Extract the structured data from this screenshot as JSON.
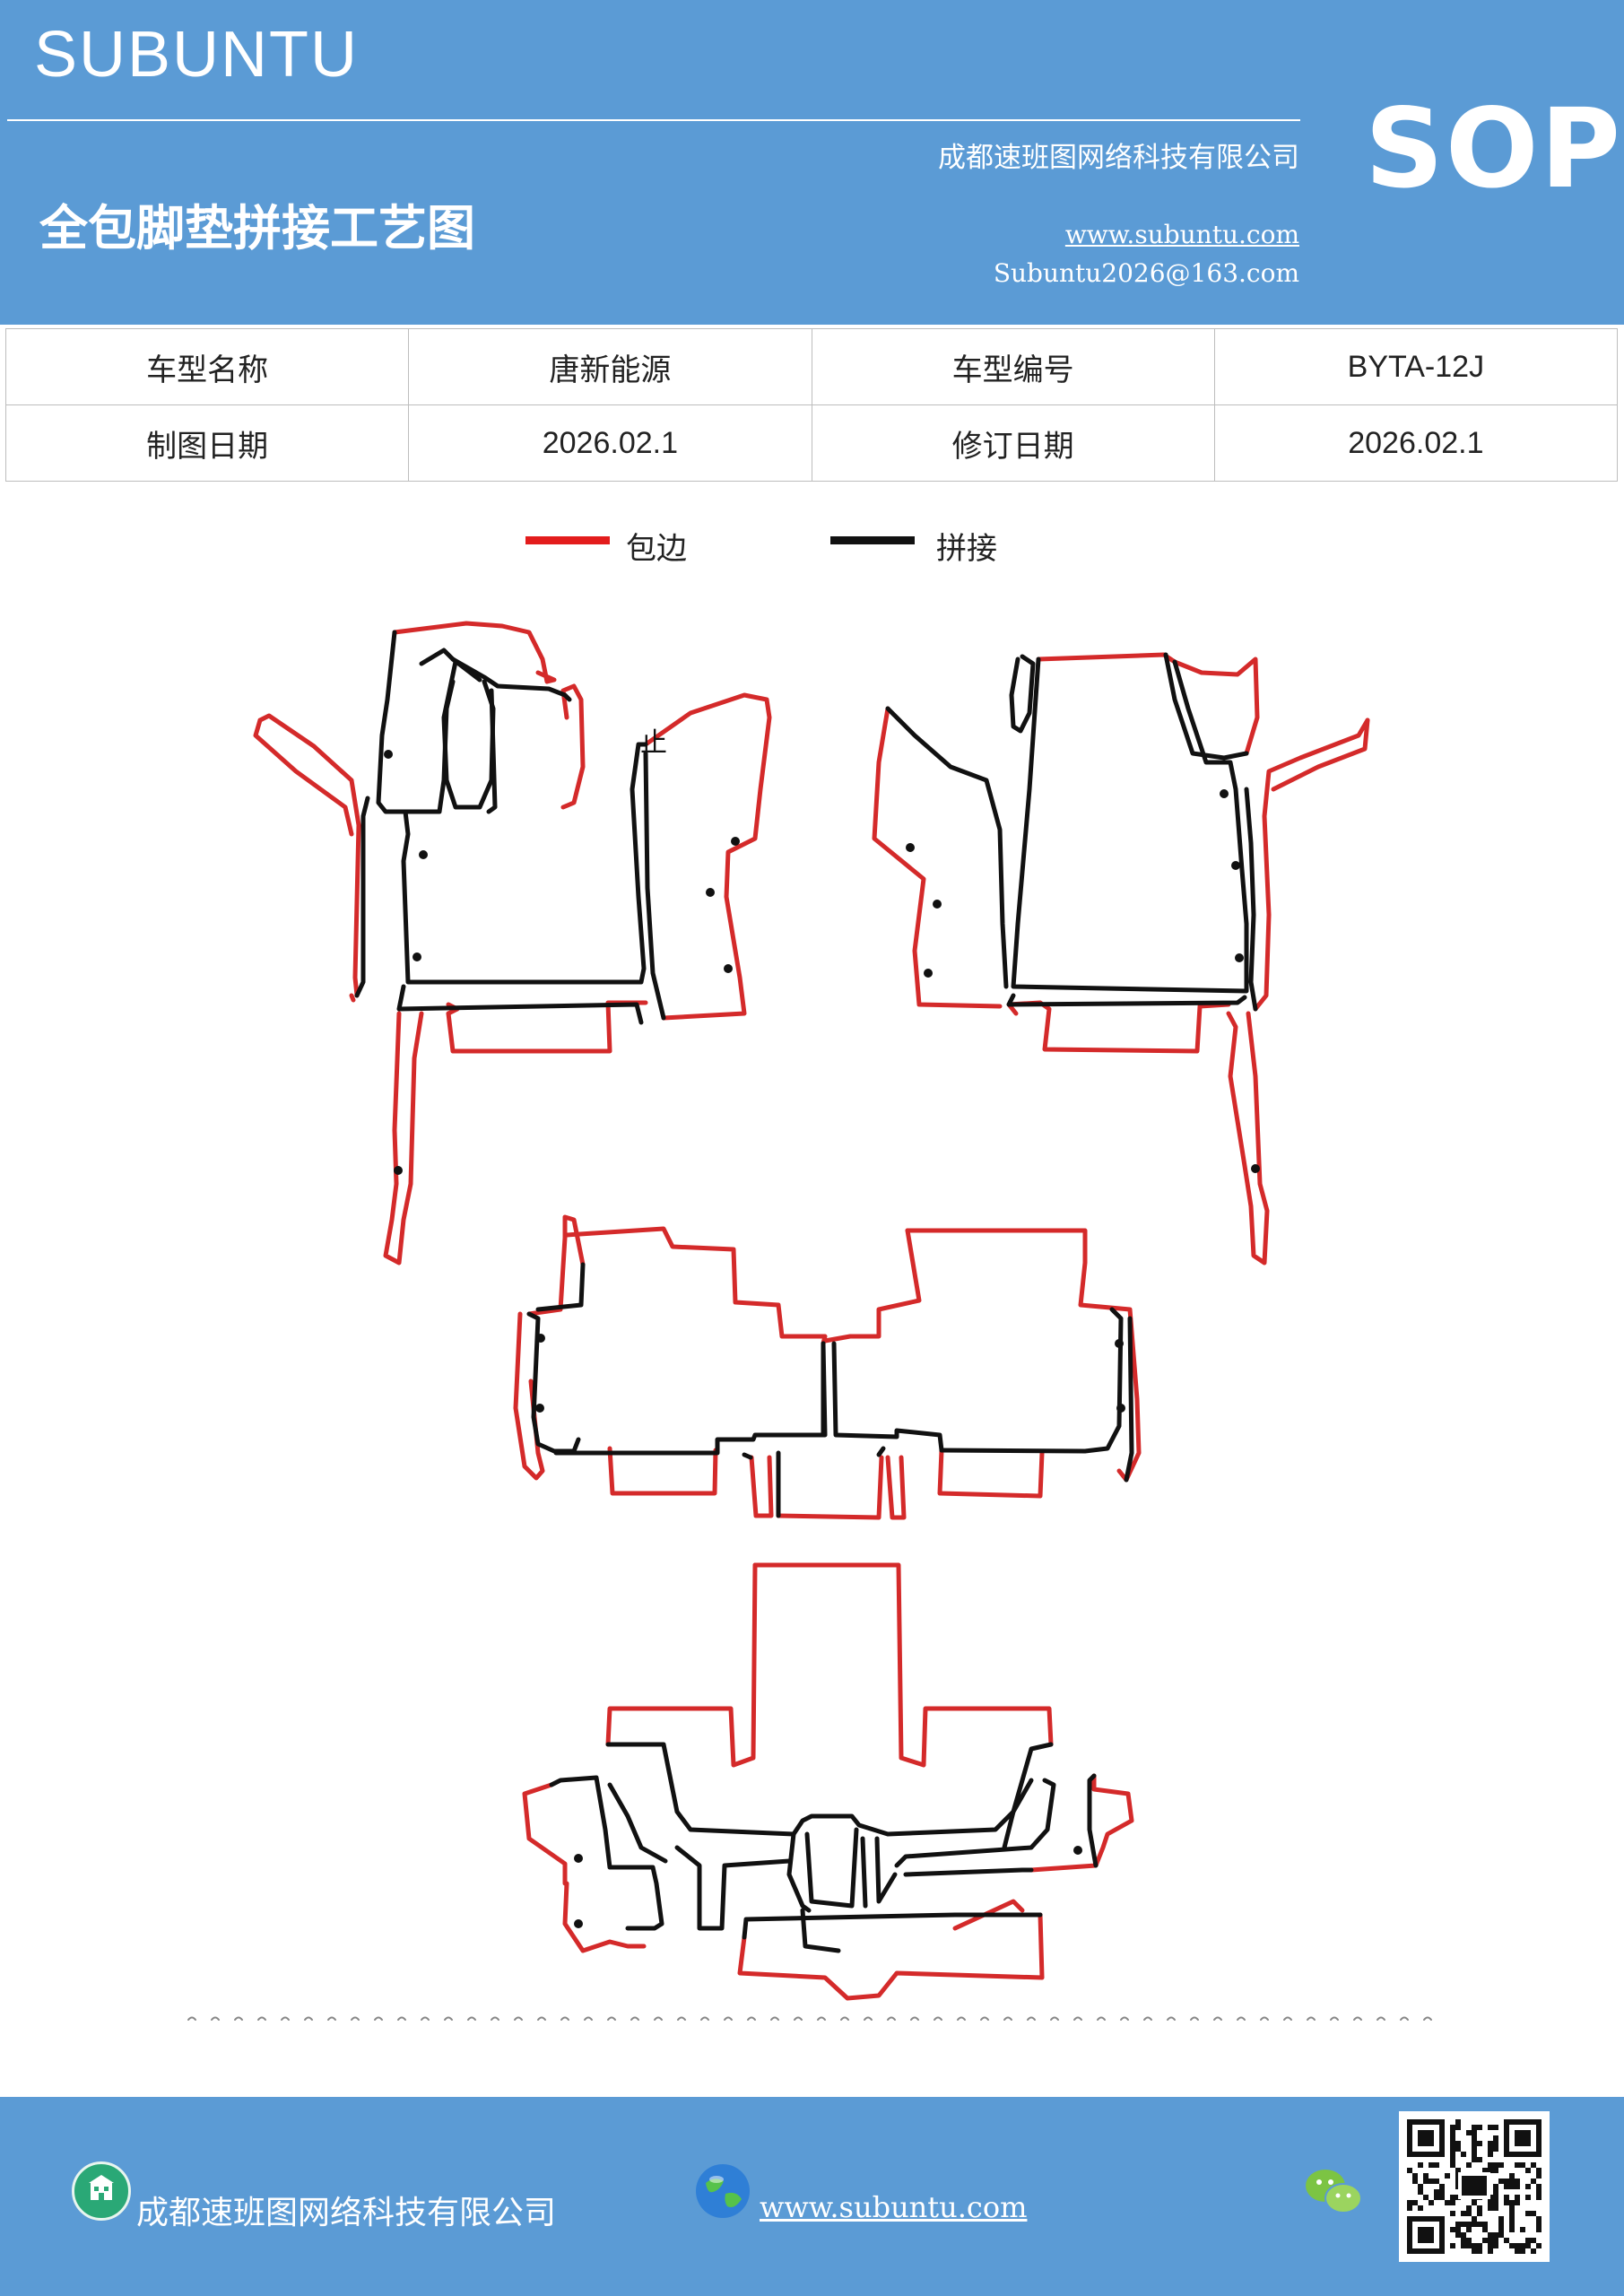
{
  "header": {
    "brand": "SUBUNTU",
    "company": "成都速班图网络科技有限公司",
    "title": "全包脚垫拼接工艺图",
    "website": "www.subuntu.com",
    "email": "Subuntu2026@163.com",
    "badge": "SOP"
  },
  "info_table": {
    "rows": [
      {
        "label1": "车型名称",
        "value1": "唐新能源",
        "label2": "车型编号",
        "value2": "BYTA-12J"
      },
      {
        "label1": "制图日期",
        "value1": "2026.02.1",
        "label2": "修订日期",
        "value2": "2026.02.1"
      }
    ]
  },
  "legend": {
    "items": [
      {
        "label": "包边",
        "color": "#e31c1c"
      },
      {
        "label": "拼接",
        "color": "#111111"
      }
    ]
  },
  "drawing": {
    "mark": "止",
    "edge_color": "#d42a2a",
    "seam_color": "#111111"
  },
  "footer": {
    "company": "成都速班图网络科技有限公司",
    "website": "www.subuntu.com",
    "icons": [
      "building-icon",
      "globe-icon",
      "wechat-icon",
      "qr-code"
    ]
  }
}
